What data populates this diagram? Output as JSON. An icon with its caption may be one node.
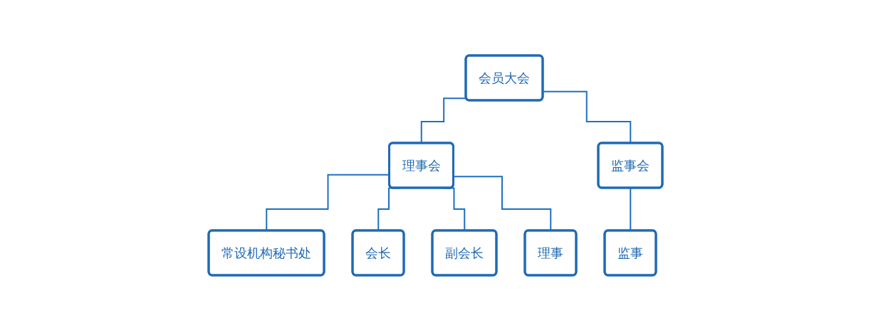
{
  "diagram": {
    "nodes": [
      {
        "text": [
          "会员大会"
        ]
      },
      {
        "text": [
          "理事会"
        ]
      },
      {
        "text": [
          "监事会"
        ]
      },
      {
        "text": [
          "常设机构秘书处"
        ]
      },
      {
        "text": [
          "会长"
        ]
      },
      {
        "text": [
          "副会长"
        ]
      },
      {
        "text": [
          "理事"
        ]
      },
      {
        "text": [
          "监事"
        ]
      }
    ],
    "edges": [
      {
        "from": 0,
        "to": 1,
        "arrow": "none"
      },
      {
        "from": 0,
        "to": 2,
        "arrow": "none"
      },
      {
        "from": 1,
        "to": 3,
        "arrow": "none"
      },
      {
        "from": 1,
        "to": 4,
        "arrow": "none"
      },
      {
        "from": 1,
        "to": 5,
        "arrow": "none"
      },
      {
        "from": 1,
        "to": 6,
        "arrow": "none"
      },
      {
        "from": 2,
        "to": 7,
        "arrow": "none"
      }
    ]
  }
}
